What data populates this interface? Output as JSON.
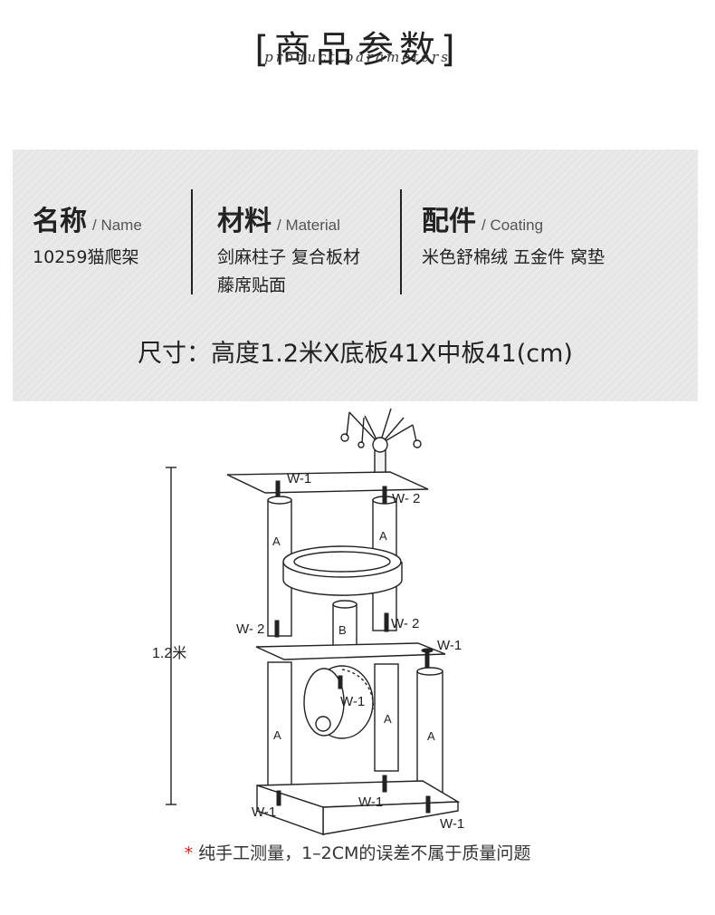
{
  "header": {
    "title_zh": "[商品参数]",
    "title_en": "product parameters"
  },
  "params": {
    "name": {
      "label_zh": "名称",
      "label_en": "/ Name",
      "value_lines": [
        "10259猫爬架"
      ]
    },
    "material": {
      "label_zh": "材料",
      "label_en": "/ Material",
      "value_lines": [
        "剑麻柱子 复合板材",
        "藤席贴面"
      ]
    },
    "coating": {
      "label_zh": "配件",
      "label_en": "/ Coating",
      "value_lines": [
        "米色舒棉绒 五金件 窝垫"
      ]
    },
    "size": "尺寸：高度1.2米X底板41X中板41(cm)"
  },
  "diagram": {
    "height_label": "1.2米",
    "parts": {
      "post_a": "A",
      "post_b": "B",
      "screw_w1": "W-1",
      "screw_w2": "W- 2"
    }
  },
  "note": {
    "star": "*",
    "text": "纯手工测量，1–2CM的误差不属于质量问题"
  },
  "colors": {
    "panel_bg": "#e6e6e6",
    "accent_star": "#d9231e",
    "line": "#222222"
  }
}
